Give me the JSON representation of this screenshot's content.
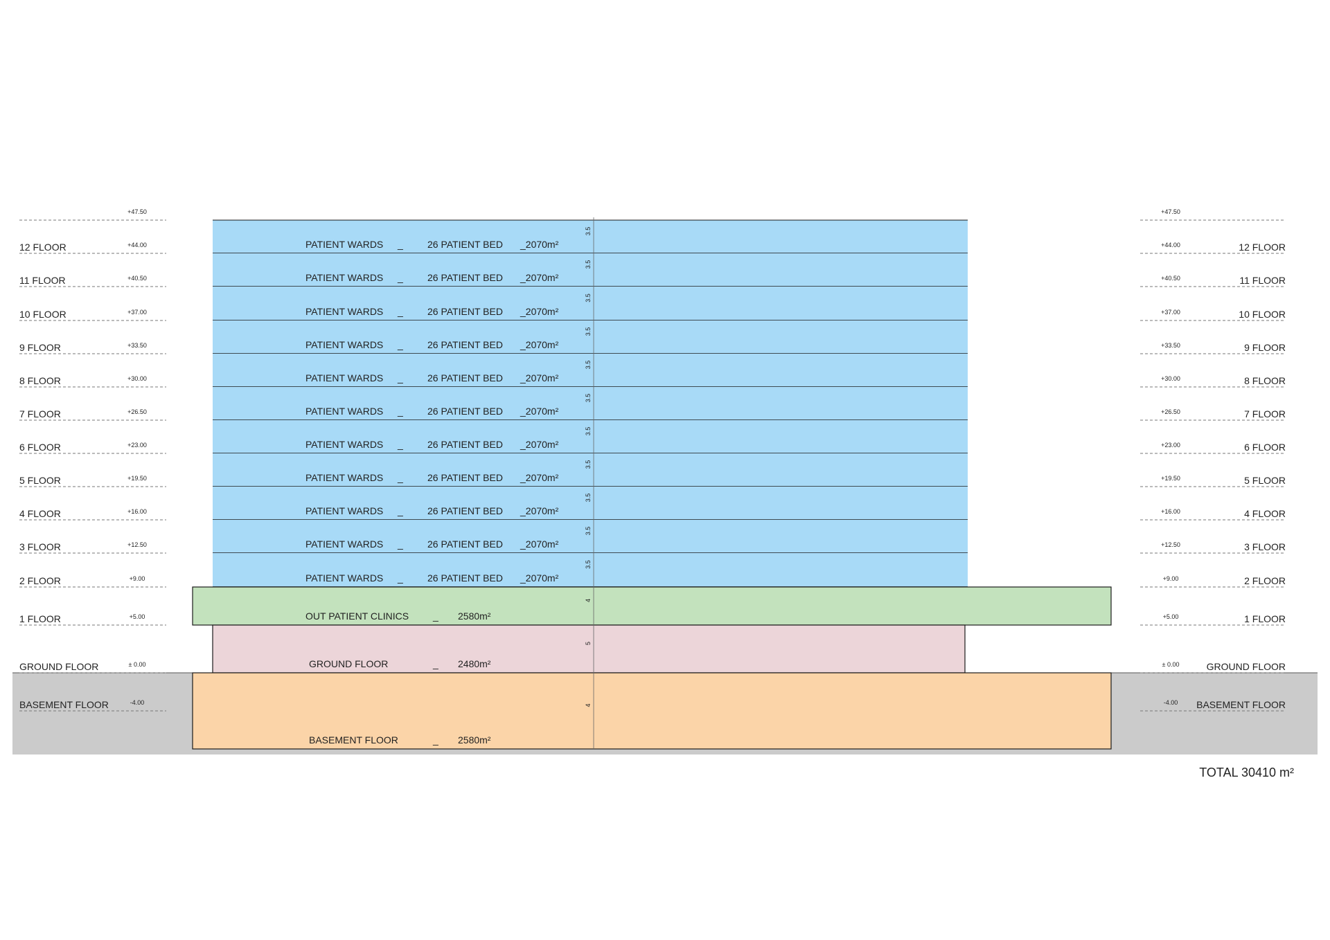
{
  "colors": {
    "wards": "#a8daf7",
    "clinics": "#c3e2bd",
    "ground": "#ecd5d9",
    "basement": "#fbd4a8",
    "earth": "#cbcbcb",
    "line": "#1a1a1a",
    "dashed": "#777777"
  },
  "levels": [
    {
      "label": "",
      "elev": "+47.50"
    },
    {
      "label": "12 FLOOR",
      "elev": "+44.00"
    },
    {
      "label": "11 FLOOR",
      "elev": "+40.50"
    },
    {
      "label": "10 FLOOR",
      "elev": "+37.00"
    },
    {
      "label": "9 FLOOR",
      "elev": "+33.50"
    },
    {
      "label": "8 FLOOR",
      "elev": "+30.00"
    },
    {
      "label": "7 FLOOR",
      "elev": "+26.50"
    },
    {
      "label": "6 FLOOR",
      "elev": "+23.00"
    },
    {
      "label": "5 FLOOR",
      "elev": "+19.50"
    },
    {
      "label": "4 FLOOR",
      "elev": "+16.00"
    },
    {
      "label": "3 FLOOR",
      "elev": "+12.50"
    },
    {
      "label": "2 FLOOR",
      "elev": "+9.00"
    },
    {
      "label": "1 FLOOR",
      "elev": "+5.00"
    },
    {
      "label": "GROUND FLOOR",
      "elev": "± 0.00"
    },
    {
      "label": "BASEMENT FLOOR",
      "elev": "-4.00"
    }
  ],
  "floors": [
    {
      "fill": "wards",
      "name": "PATIENT  WARDS",
      "beds": "26 PATIENT BED",
      "area": "_2070m²",
      "dim": "3.5"
    },
    {
      "fill": "wards",
      "name": "PATIENT  WARDS",
      "beds": "26 PATIENT BED",
      "area": "_2070m²",
      "dim": "3.5"
    },
    {
      "fill": "wards",
      "name": "PATIENT  WARDS",
      "beds": "26 PATIENT BED",
      "area": "_2070m²",
      "dim": "3.5"
    },
    {
      "fill": "wards",
      "name": "PATIENT  WARDS",
      "beds": "26 PATIENT BED",
      "area": "_2070m²",
      "dim": "3.5"
    },
    {
      "fill": "wards",
      "name": "PATIENT  WARDS",
      "beds": "26 PATIENT BED",
      "area": "_2070m²",
      "dim": "3.5"
    },
    {
      "fill": "wards",
      "name": "PATIENT  WARDS",
      "beds": "26 PATIENT BED",
      "area": "_2070m²",
      "dim": "3.5"
    },
    {
      "fill": "wards",
      "name": "PATIENT  WARDS",
      "beds": "26 PATIENT BED",
      "area": "_2070m²",
      "dim": "3.5"
    },
    {
      "fill": "wards",
      "name": "PATIENT  WARDS",
      "beds": "26 PATIENT BED",
      "area": "_2070m²",
      "dim": "3.5"
    },
    {
      "fill": "wards",
      "name": "PATIENT  WARDS",
      "beds": "26 PATIENT BED",
      "area": "_2070m²",
      "dim": "3.5"
    },
    {
      "fill": "wards",
      "name": "PATIENT  WARDS",
      "beds": "26 PATIENT BED",
      "area": "_2070m²",
      "dim": "3.5"
    },
    {
      "fill": "wards",
      "name": "PATIENT  WARDS",
      "beds": "26 PATIENT BED",
      "area": "_2070m²",
      "dim": "3.5"
    },
    {
      "fill": "clinics",
      "name": "OUT PATIENT CLINICS",
      "beds": "",
      "area": "2580m²",
      "dim": "4"
    },
    {
      "fill": "ground",
      "name": "GROUND FLOOR",
      "beds": "",
      "area": "2480m²",
      "dim": "5"
    },
    {
      "fill": "basement",
      "name": "BASEMENT FLOOR",
      "beds": "",
      "area": "2580m²",
      "dim": "4"
    }
  ],
  "total": "TOTAL 30410 m²"
}
